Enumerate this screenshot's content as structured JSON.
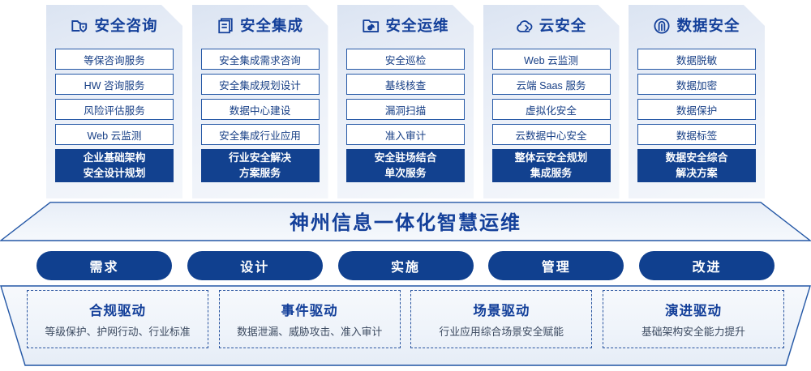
{
  "columns": [
    {
      "icon": "folder-shield-icon",
      "title": "安全咨询",
      "items": [
        "等保咨询服务",
        "HW 咨询服务",
        "风险评估服务",
        "Web 云监测"
      ],
      "highlight": [
        "企业基础架构",
        "安全设计规划"
      ]
    },
    {
      "icon": "stacked-documents-icon",
      "title": "安全集成",
      "items": [
        "安全集成需求咨询",
        "安全集成规划设计",
        "数据中心建设",
        "安全集成行业应用"
      ],
      "highlight": [
        "行业安全解决",
        "方案服务"
      ]
    },
    {
      "icon": "folder-chart-icon",
      "title": "安全运维",
      "items": [
        "安全巡检",
        "基线核查",
        "漏洞扫描",
        "准入审计"
      ],
      "highlight": [
        "安全驻场结合",
        "单次服务"
      ]
    },
    {
      "icon": "cloud-icon",
      "title": "云安全",
      "items": [
        "Web 云监测",
        "云端 Saas 服务",
        "虚拟化安全",
        "云数据中心安全"
      ],
      "highlight": [
        "整体云安全规划",
        "集成服务"
      ]
    },
    {
      "icon": "fingerprint-icon",
      "title": "数据安全",
      "items": [
        "数据脱敏",
        "数据加密",
        "数据保护",
        "数据标签"
      ],
      "highlight": [
        "数据安全综合",
        "解决方案"
      ]
    }
  ],
  "banner": {
    "text": "神州信息一体化智慧运维"
  },
  "phases": [
    "需求",
    "设计",
    "实施",
    "管理",
    "改进"
  ],
  "drivers": [
    {
      "title": "合规驱动",
      "desc": "等级保护、护网行动、行业标准"
    },
    {
      "title": "事件驱动",
      "desc": "数据泄漏、威胁攻击、准入审计"
    },
    {
      "title": "场景驱动",
      "desc": "行业应用综合场景安全赋能"
    },
    {
      "title": "演进驱动",
      "desc": "基础架构安全能力提升"
    }
  ],
  "colors": {
    "brand_blue": "#14409a",
    "deep_blue": "#12418f",
    "card_border": "#2558a6",
    "dashed_border": "#2a55a0"
  }
}
